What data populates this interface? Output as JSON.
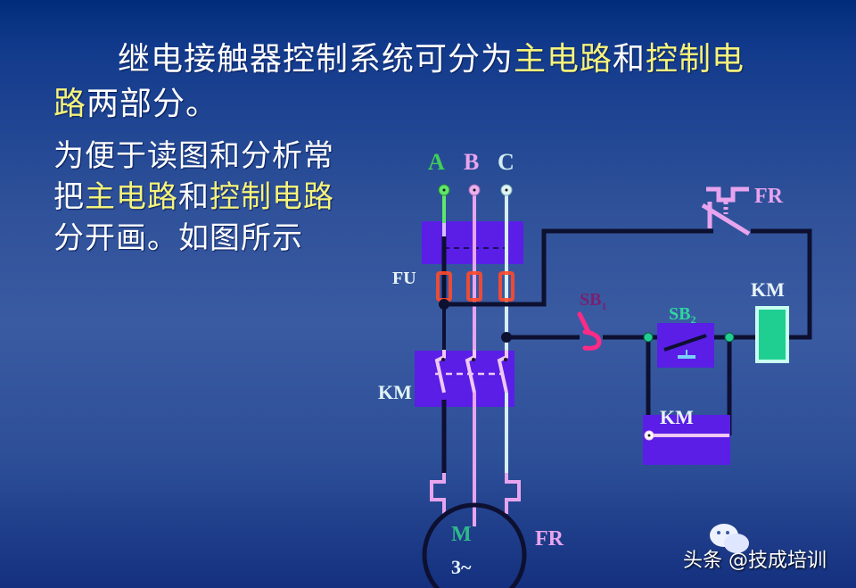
{
  "title": {
    "line1_plain": "继电接触器控制系统可分为",
    "line1_hl1": "主电路",
    "line1_mid": "和",
    "line1_hl2": "控制电",
    "line2_hl": "路",
    "line2_plain": "两部分。"
  },
  "side_text": {
    "line1": "为便于读图和分析常",
    "line2_pre": "把",
    "line2_hl1": "主电路",
    "line2_mid": "和",
    "line2_hl2": "控制电路",
    "line3": "分开画。如图所示"
  },
  "diagram": {
    "phase_labels": [
      "A",
      "B",
      "C"
    ],
    "phase_colors": [
      "#3fcf5a",
      "#e8a4ee",
      "#cfeef0"
    ],
    "fuse_label": "FU",
    "main_contactor_label": "KM",
    "motor_label": "M",
    "motor_sub_label": "3~",
    "overload_main_label": "FR",
    "overload_ctrl_label": "FR",
    "stop_button_label": "SB",
    "stop_button_sub": "1",
    "start_button_label": "SB",
    "start_button_sub": "2",
    "coil_label": "KM",
    "aux_contact_label": "KM",
    "colors": {
      "wire": "#0d1030",
      "block": "#5a1ee6",
      "fuse": "#e0452c",
      "coil": "#1fcf92",
      "stop_button": "#ff2a86",
      "contact": "#e8a4ee"
    }
  },
  "watermark": {
    "text": "头条 @技成培训"
  }
}
